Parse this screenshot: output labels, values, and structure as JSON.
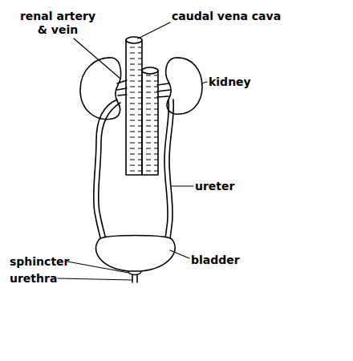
{
  "diagram": {
    "labels": [
      "renal artery & vein",
      "caudal vena cava",
      "kidney",
      "ureter",
      "bladder",
      "sphincter",
      "urethra"
    ]
  }
}
